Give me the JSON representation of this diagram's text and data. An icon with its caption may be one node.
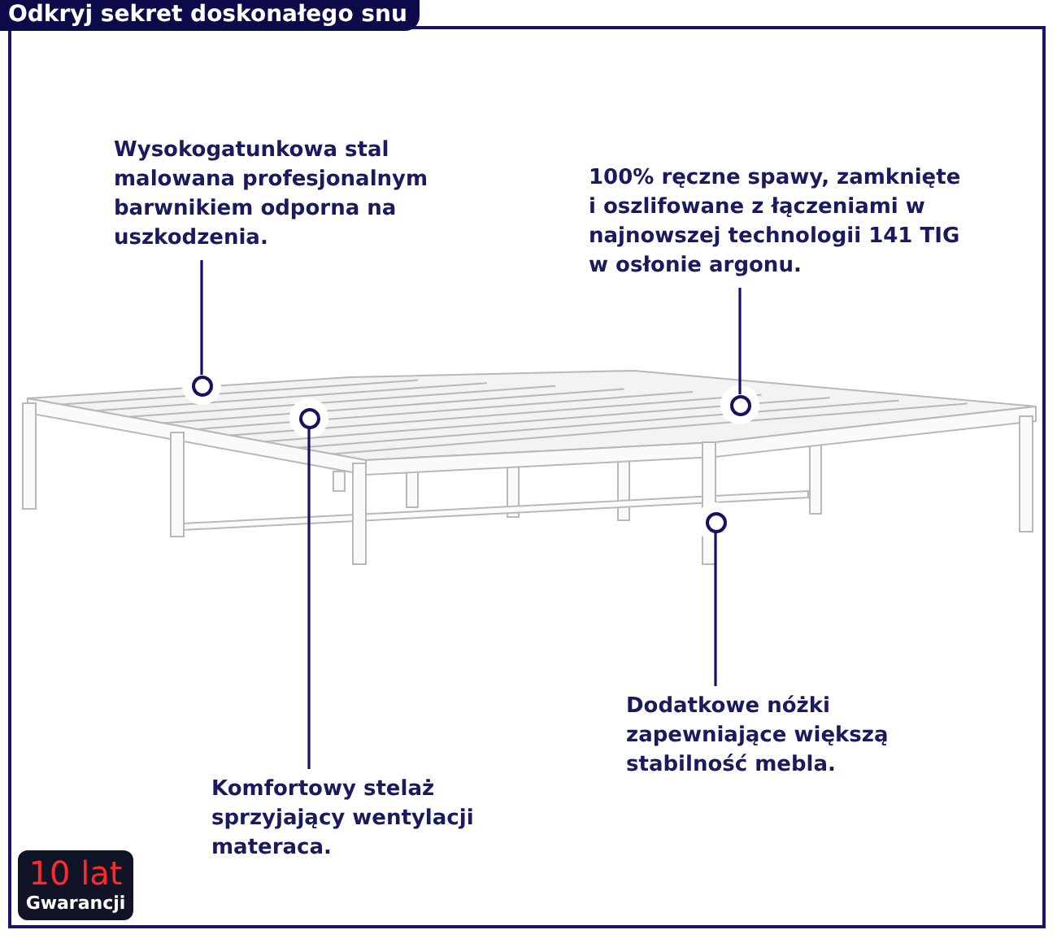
{
  "diagram": {
    "title": "Odkryj sekret doskonałego snu",
    "nodes": [
      {
        "text": [
          "Wysokogatunkowa stal malowana profesjonalnym barwnikiem odporna na uszkodzenia."
        ]
      },
      {
        "text": [
          "100% ręczne spawy, zamknięte i oszlifowane z łączeniami w najnowszej technologii 141 TIG w osłonie argonu."
        ]
      },
      {
        "text": [],
        "shape": "circle"
      },
      {
        "text": [],
        "shape": "circle"
      },
      {
        "text": [],
        "shape": "circle"
      },
      {
        "text": [],
        "shape": "circle"
      },
      {
        "text": [
          "Dodatkowe nóżki zapewniające większą stabilność mebla."
        ]
      },
      {
        "text": [
          "Komfortowy stelaż sprzyjający wentylacji materaca."
        ]
      },
      {
        "text": [
          "10 lat",
          "Gwarancji"
        ]
      }
    ],
    "edges": [
      {
        "from": 0,
        "to": 2,
        "arrow": "none"
      },
      {
        "from": 1,
        "to": 3,
        "arrow": "none"
      },
      {
        "from": 7,
        "to": 4,
        "arrow": "none"
      },
      {
        "from": 6,
        "to": 5,
        "arrow": "none"
      }
    ]
  }
}
